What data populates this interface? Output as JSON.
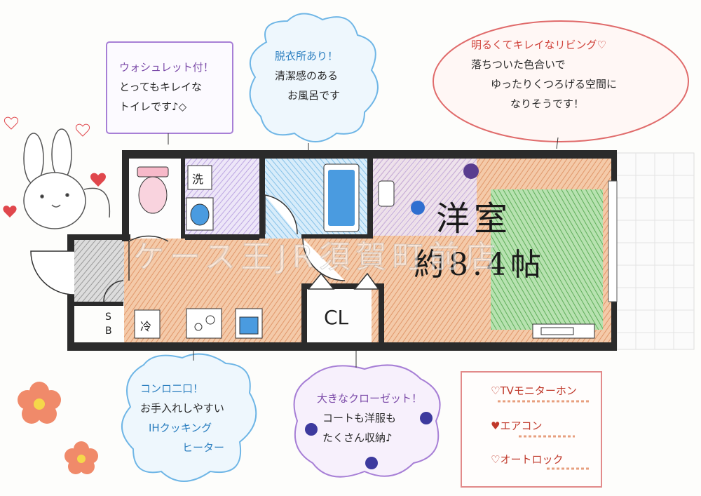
{
  "rooms": {
    "western_room": [
      "洋室",
      "約8.4帖"
    ],
    "closet": "CL",
    "shoe_box": [
      "S",
      "B"
    ],
    "washer": "洗",
    "fridge": "冷"
  },
  "watermark": "ケース王JR須賀町前店",
  "bubbles": {
    "toilet": [
      "ウォシュレット付！",
      "とってもキレイな",
      "トイレです♪◇"
    ],
    "bath": [
      "脱衣所あり！",
      "清潔感のある",
      "お風呂です"
    ],
    "living": [
      "明るくてキレイなリビング♡",
      "落ちついた色合いで",
      "ゆったりくつろげる空間に",
      "なりそうです！"
    ],
    "kitchen": [
      "コンロ二口！",
      "お手入れしやすい",
      "IHクッキング",
      "ヒーター"
    ],
    "closet": [
      "大きなクローゼット！",
      "コートも洋服も",
      "たくさん収納♪"
    ]
  },
  "equipment": [
    "♡TVモニターホン",
    "♥エアコン",
    "♡オートロック"
  ],
  "colors": {
    "wall": "#2b2b2b",
    "floor_wood": "#e9b48f",
    "carpet": "#8cc98a",
    "tile_blue": "#a9d3ee",
    "tile_purple": "#d8c9ee",
    "entry_gray": "#bdbdbd",
    "bubble_purple": "#a77fd6",
    "bubble_blue": "#6fb6e6",
    "bubble_red": "#e06b6b"
  }
}
